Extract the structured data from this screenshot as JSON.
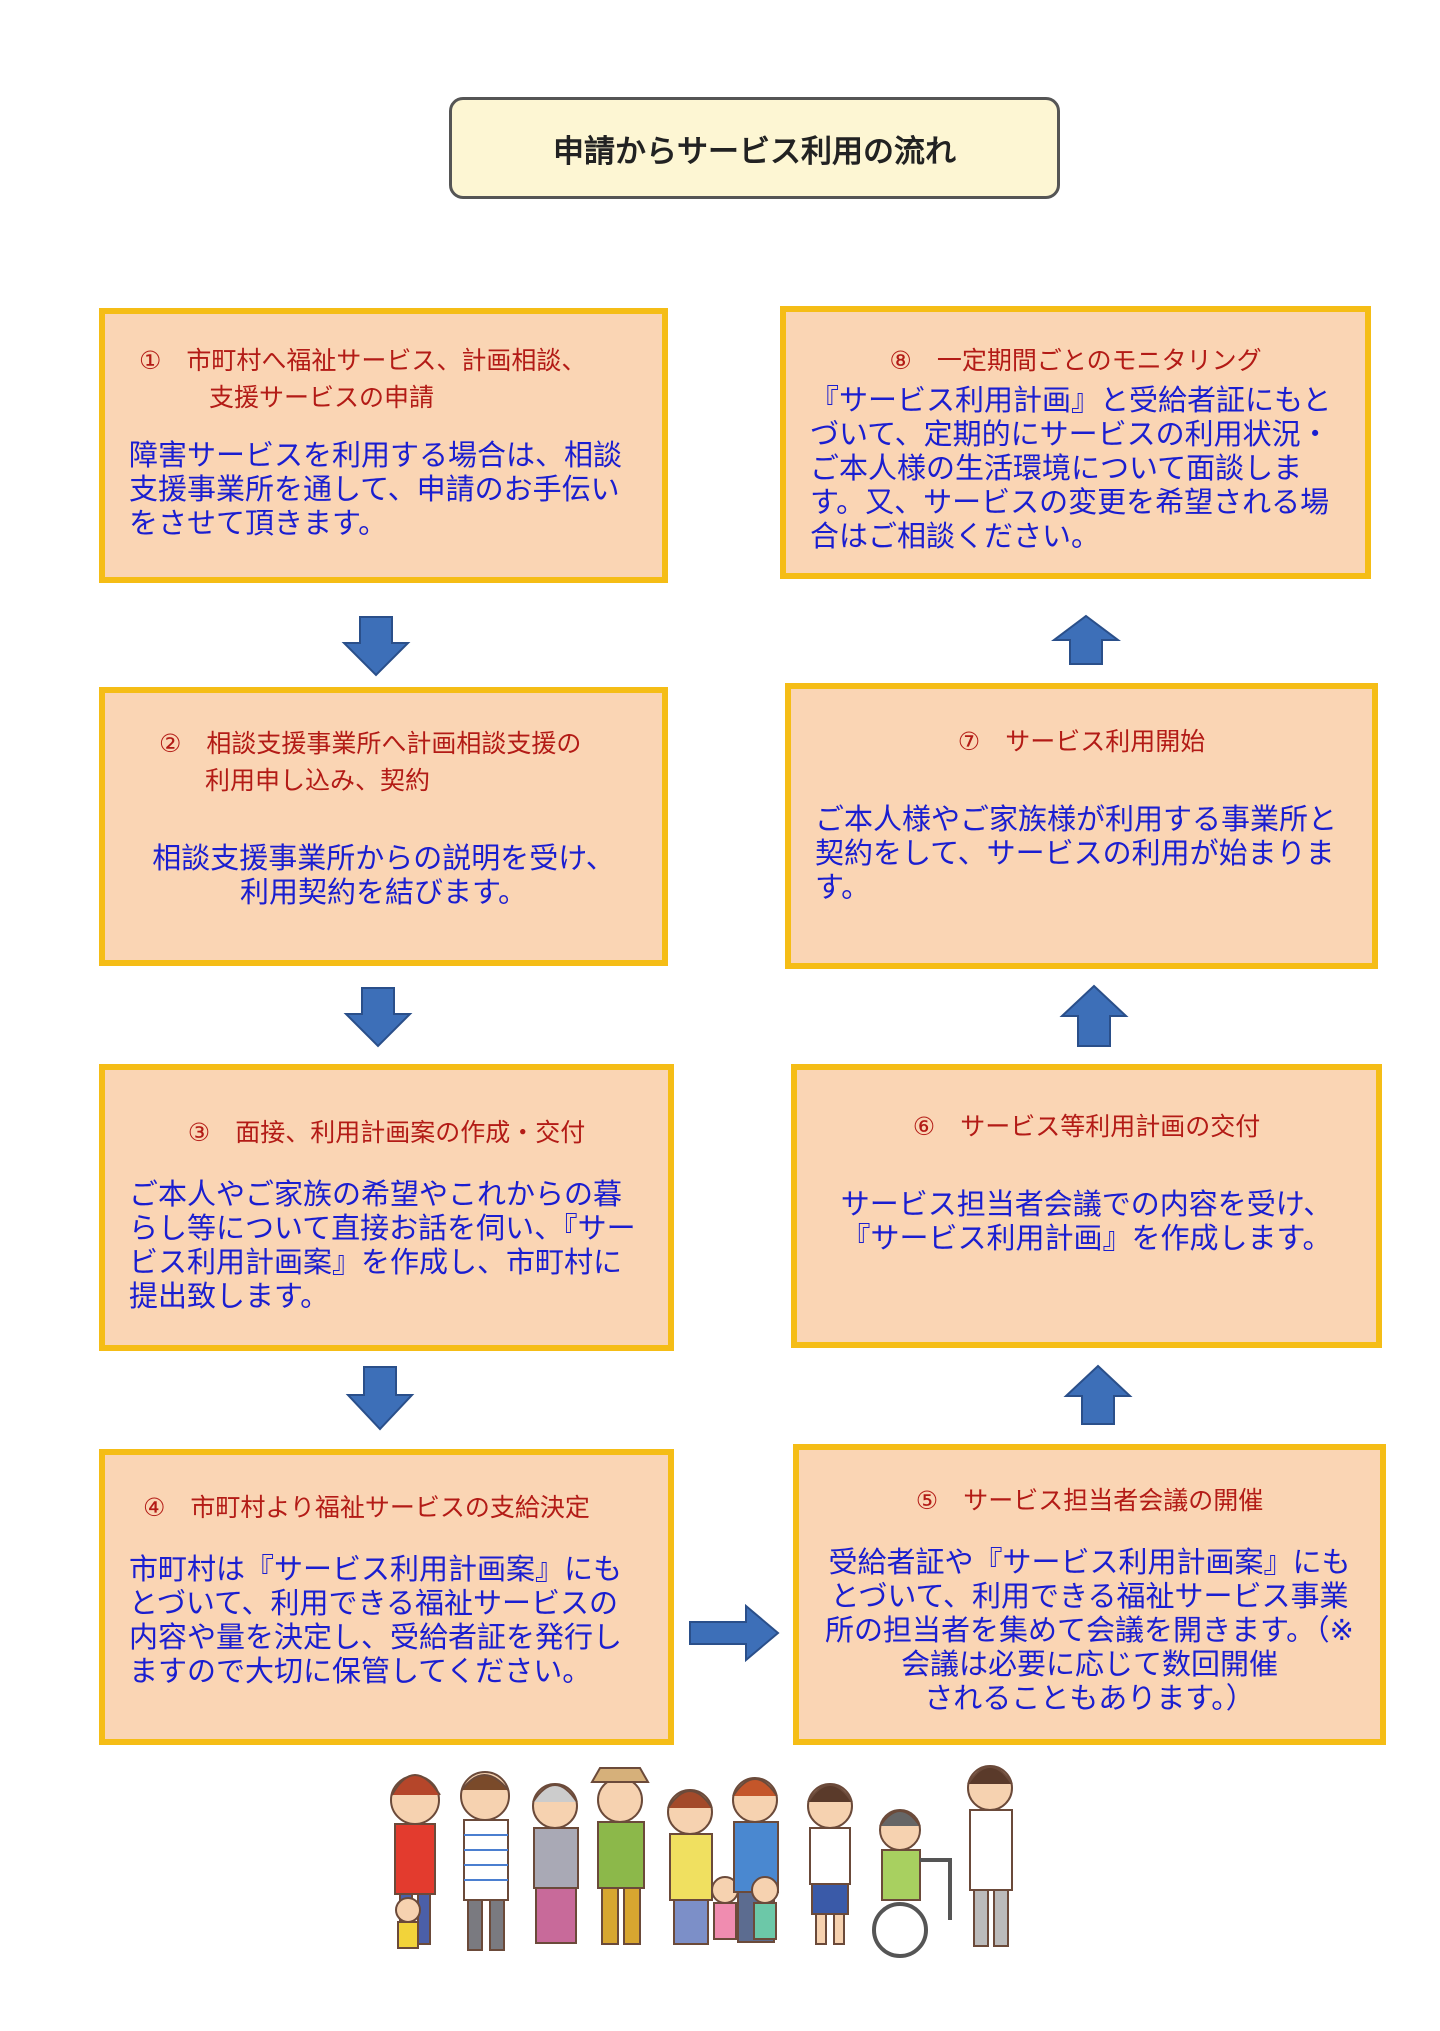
{
  "title": "申請からサービス利用の流れ",
  "steps": [
    {
      "title1": "①　市町村へ福祉サービス、計画相談、",
      "title2": "支援サービスの申請",
      "body": "障害サービスを利用する場合は、相談支援事業所を通して、申請のお手伝いをさせて頂きます。"
    },
    {
      "title1": "②　相談支援事業所へ計画相談支援の",
      "title2": "利用申し込み、契約",
      "body1": "相談支援事業所からの説明を受け、",
      "body2": "利用契約を結びます。"
    },
    {
      "title1": "③　面接、利用計画案の作成・交付",
      "body": "ご本人やご家族の希望やこれからの暮らし等について直接お話を伺い、『サービス利用計画案』を作成し、市町村に提出致します。"
    },
    {
      "title1": "④　市町村より福祉サービスの支給決定",
      "body": "市町村は『サービス利用計画案』にもとづいて、利用できる福祉サービスの内容や量を決定し、受給者証を発行しますので大切に保管してください。"
    },
    {
      "title1": "⑤　サービス担当者会議の開催",
      "body1": "受給者証や『サービス利用計画案』にもとづいて、利用できる福祉サービス事業所の担当者を集めて会議を開きます。（※会議は必要に応じて数回開催",
      "body2": "されることもあります。）"
    },
    {
      "title1": "⑥　サービス等利用計画の交付",
      "body1": "サービス担当者会議での内容を受け、",
      "body2": "『サービス利用計画』を作成します。"
    },
    {
      "title1": "⑦　サービス利用開始",
      "body": "ご本人様やご家族様が利用する事業所と契約をして、サービスの利用が始まります。"
    },
    {
      "title1": "⑧　一定期間ごとのモニタリング",
      "body": "『サービス利用計画』と受給者証にもとづいて、定期的にサービスの利用状況・ご本人様の生活環境について面談します。又、サービスの変更を希望される場合はご相談ください。"
    }
  ],
  "colors": {
    "box_fill": "#fad5b4",
    "box_border": "#f5bd16",
    "step_title": "#b31b16",
    "body": "#1a1ed0",
    "arrow": "#3d6fb8"
  }
}
